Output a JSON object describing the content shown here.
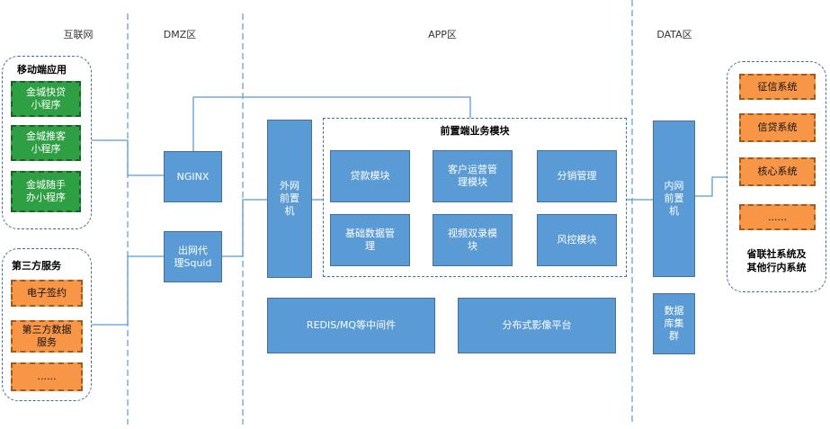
{
  "zones": {
    "internet": "互联网",
    "dmz": "DMZ区",
    "app": "APP区",
    "data": "DATA区"
  },
  "mobile": {
    "title": "移动端应用",
    "items": [
      "金城快贷\n小程序",
      "金城推客\n小程序",
      "金城随手\n办小程序"
    ]
  },
  "third_party": {
    "title": "第三方服务",
    "items": [
      "电子签约",
      "第三方数据\n服务",
      "......"
    ]
  },
  "dmz": {
    "nginx": "NGINX",
    "proxy": "出网代\n理Squid"
  },
  "app": {
    "external_gateway": "外网\n前置\n机",
    "modules_title": "前置端业务模块",
    "modules": [
      "贷款模块",
      "客户运营管\n理模块",
      "分销管理",
      "基础数据管\n理",
      "视频双录模\n块",
      "风控模块"
    ],
    "middleware": "REDIS/MQ等中间件",
    "image_platform": "分布式影像平台"
  },
  "data": {
    "internal_gateway": "内网\n前置\n机",
    "db_cluster": "数据\n库集\n群"
  },
  "right_systems": {
    "items": [
      "征信系统",
      "信贷系统",
      "核心系统",
      "......"
    ],
    "title": "省联社系统及\n其他行内系统"
  },
  "colors": {
    "green": "#2ea043",
    "orange": "#f79646",
    "blue": "#5b9bd5",
    "zone_line": "#5b9bd5",
    "connector": "#5b9bd5"
  }
}
